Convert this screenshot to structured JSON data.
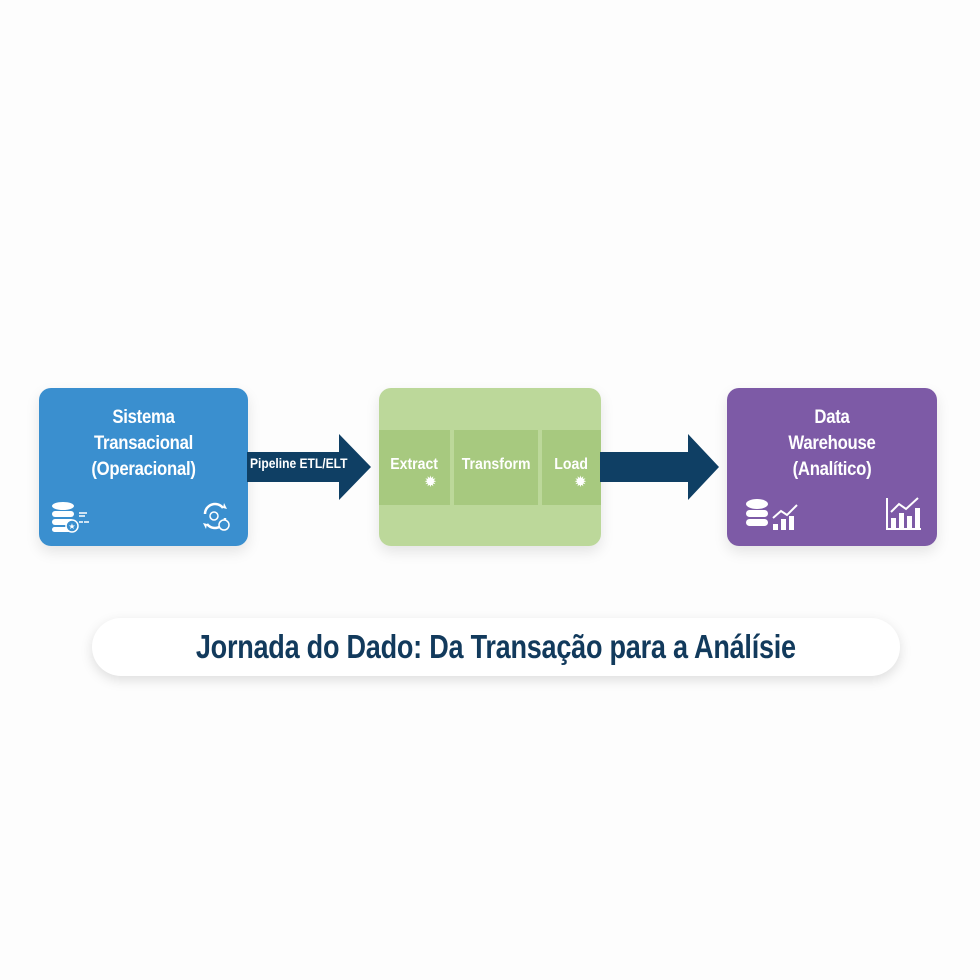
{
  "source": {
    "title_lines": [
      "Sistema",
      "Transacional",
      "(Operacional)"
    ],
    "color": "#3a8fcf",
    "icons": [
      "database-transaction-icon",
      "sync-cycle-icon"
    ]
  },
  "pipeline_arrow": {
    "label": "Pipeline ETL/ELT",
    "color": "#0f3f64"
  },
  "etl": {
    "color": "#bcd89a",
    "stage_color": "#a7c97f",
    "stages": [
      {
        "label": "Extract",
        "icon": "gear-icon"
      },
      {
        "label": "Transform",
        "icon": null
      },
      {
        "label": "Load",
        "icon": "gear-icon"
      }
    ]
  },
  "output_arrow": {
    "color": "#0f3f64"
  },
  "warehouse": {
    "title_lines": [
      "Data",
      "Warehouse",
      "(Analítico)"
    ],
    "color": "#7d5aa6",
    "icons": [
      "database-chart-icon",
      "bar-chart-icon"
    ]
  },
  "caption": {
    "text": "Jornada do Dado: Da Transação para a Análísie",
    "color": "#123a5c"
  }
}
